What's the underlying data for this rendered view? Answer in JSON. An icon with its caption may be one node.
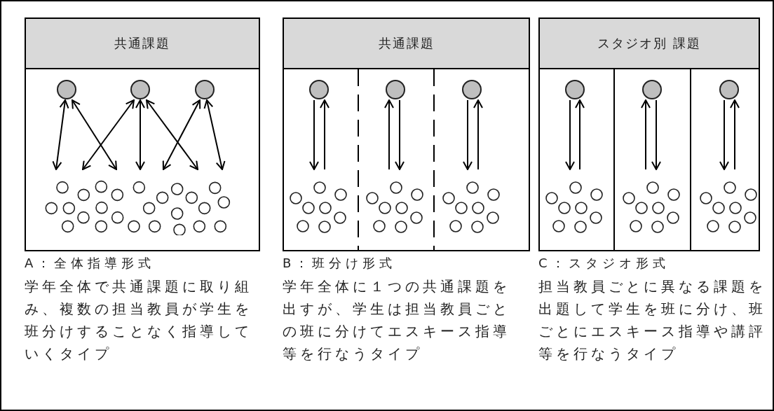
{
  "diagram": {
    "nodes": [
      {
        "text": [
          "共通課題"
        ],
        "beside": [
          "A：全体指導形式",
          "学年全体で共通課題に取り組み、複数の担当教員が学生を班分けすることなく指導していくタイプ"
        ]
      },
      {
        "text": [],
        "shape": "circle",
        "in": 0
      },
      {
        "text": [],
        "shape": "circle",
        "in": 0
      },
      {
        "text": [],
        "shape": "circle",
        "in": 0
      },
      {
        "text": [],
        "shape": "circles",
        "in": 0
      },
      {
        "text": [
          "共通課題"
        ],
        "beside": [
          "B：班分け形式",
          "学年全体に１つの共通課題を出すが、学生は担当教員ごとの班に分けてエスキース指導等を行なうタイプ"
        ]
      },
      {
        "text": [],
        "shape": "circle",
        "in": 5
      },
      {
        "text": [],
        "shape": "circle",
        "in": 5
      },
      {
        "text": [],
        "shape": "circle",
        "in": 5
      },
      {
        "text": [],
        "shape": "circles",
        "in": 5
      },
      {
        "text": [],
        "shape": "circles",
        "in": 5
      },
      {
        "text": [],
        "shape": "circles",
        "in": 5
      },
      {
        "text": [
          "スタジオ別 課題"
        ],
        "beside": [
          "C：スタジオ形式",
          "担当教員ごとに異なる課題を出題して学生を班に分け、班ごとにエスキース指導や講評等を行なうタイプ"
        ]
      },
      {
        "text": [],
        "shape": "circle",
        "in": 12
      },
      {
        "text": [],
        "shape": "circle",
        "in": 12
      },
      {
        "text": [],
        "shape": "circle",
        "in": 12
      },
      {
        "text": [],
        "shape": "circles",
        "in": 12
      },
      {
        "text": [],
        "shape": "circles",
        "in": 12
      },
      {
        "text": [],
        "shape": "circles",
        "in": 12
      }
    ],
    "edges": [
      {
        "from": 1,
        "to": 4,
        "arrow": "both"
      },
      {
        "from": 1,
        "to": 4,
        "arrow": "both"
      },
      {
        "from": 2,
        "to": 4,
        "arrow": "both"
      },
      {
        "from": 2,
        "to": 4,
        "arrow": "both"
      },
      {
        "from": 2,
        "to": 4,
        "arrow": "both"
      },
      {
        "from": 3,
        "to": 4,
        "arrow": "both"
      },
      {
        "from": 3,
        "to": 4,
        "arrow": "both"
      },
      {
        "from": 6,
        "to": 9,
        "arrow": "to"
      },
      {
        "from": 9,
        "to": 6,
        "arrow": "to"
      },
      {
        "from": 7,
        "to": 10,
        "arrow": "to"
      },
      {
        "from": 10,
        "to": 7,
        "arrow": "to"
      },
      {
        "from": 8,
        "to": 11,
        "arrow": "to"
      },
      {
        "from": 11,
        "to": 8,
        "arrow": "to"
      },
      {
        "from": 13,
        "to": 16,
        "arrow": "to"
      },
      {
        "from": 16,
        "to": 13,
        "arrow": "to"
      },
      {
        "from": 14,
        "to": 17,
        "arrow": "to"
      },
      {
        "from": 17,
        "to": 14,
        "arrow": "to"
      },
      {
        "from": 15,
        "to": 18,
        "arrow": "to"
      },
      {
        "from": 18,
        "to": 15,
        "arrow": "to"
      }
    ]
  }
}
